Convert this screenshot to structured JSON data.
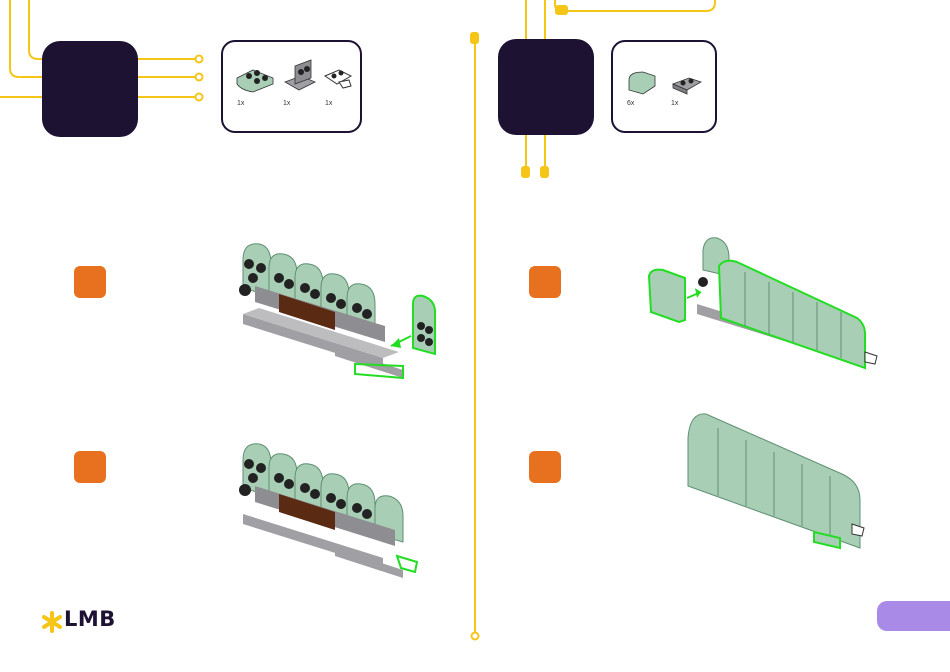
{
  "left_page": {
    "parts": [
      {
        "icon": "round-plate-icon",
        "qty": "1x"
      },
      {
        "icon": "bracket-icon",
        "qty": "1x"
      },
      {
        "icon": "clip-plate-icon",
        "qty": "1x"
      }
    ]
  },
  "right_page": {
    "parts": [
      {
        "icon": "curved-slope-icon",
        "qty": "6x"
      },
      {
        "icon": "plate-1x2-icon",
        "qty": "1x"
      }
    ]
  },
  "colors": {
    "step_box": "#1e1233",
    "connector": "#f5c518",
    "substep": "#e8711f",
    "highlight": "#22dd22",
    "brick_sand_green": "#a8cfb6",
    "brick_gray": "#a0a0a4",
    "brick_brown": "#5a2a12",
    "page_tab": "#a98ae6"
  },
  "logo": {
    "text": "LMB",
    "icon": "asterisk-logo-icon"
  }
}
